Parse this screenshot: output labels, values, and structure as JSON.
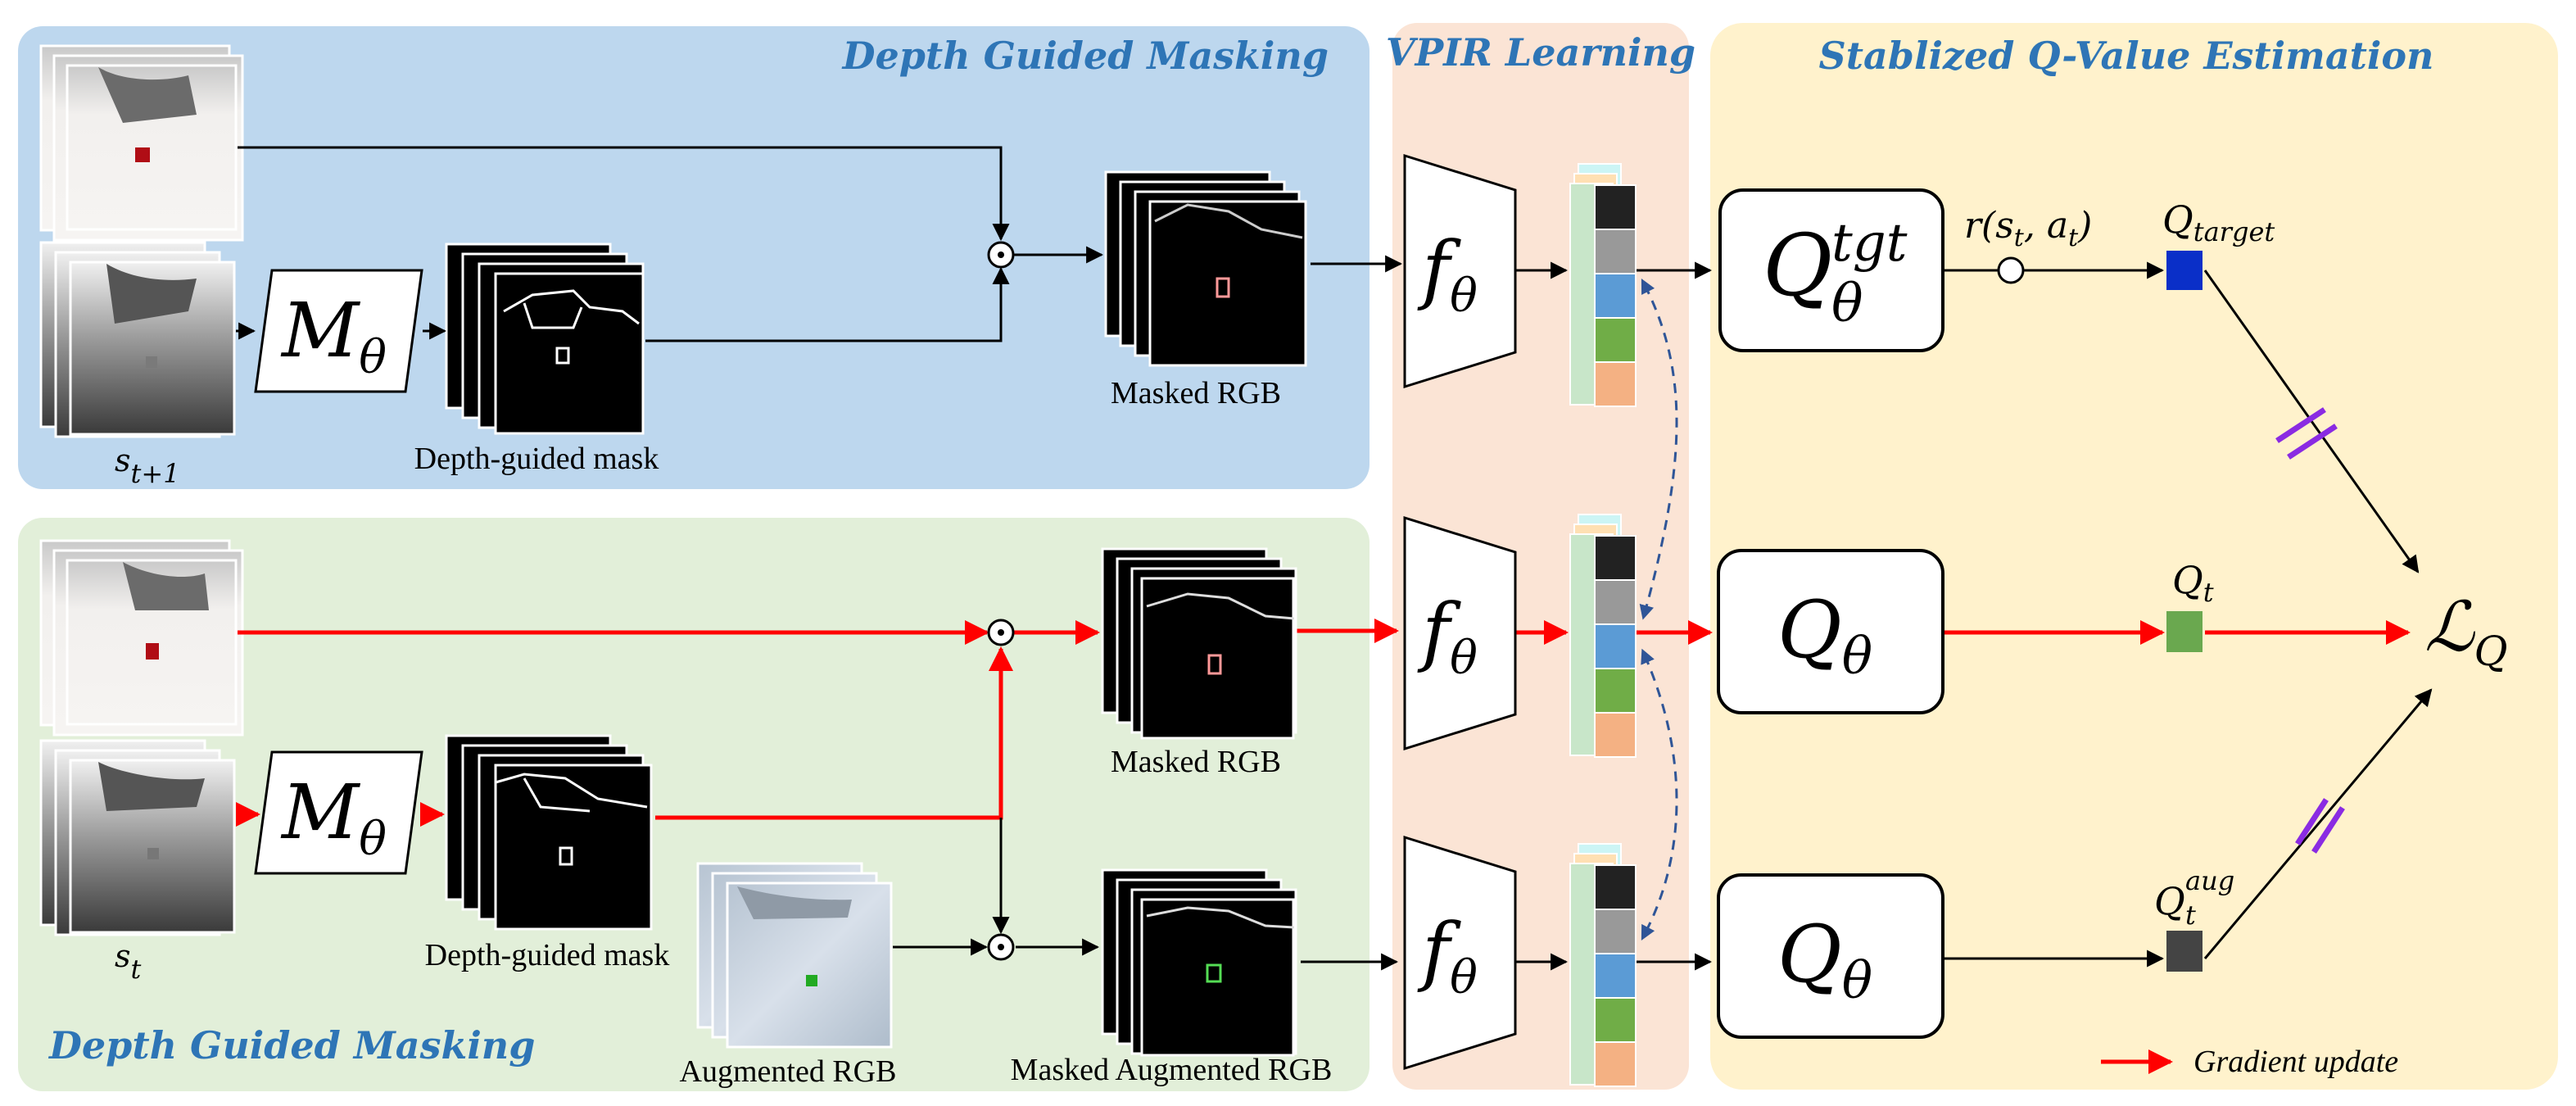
{
  "panels": {
    "top_masking_title": "Depth Guided Masking",
    "bottom_masking_title": "Depth Guided Masking",
    "vpir_title": "VPIR Learning",
    "q_title": "Stablized Q-Value Estimation"
  },
  "labels": {
    "s_next": "s",
    "s_next_sub": "t+1",
    "s_t": "s",
    "s_t_sub": "t",
    "mask_top": "Depth-guided mask",
    "mask_bottom": "Depth-guided mask",
    "masked_rgb_top": "Masked RGB",
    "masked_rgb_mid": "Masked RGB",
    "augmented_rgb": "Augmented RGB",
    "masked_aug_rgb": "Masked Augmented RGB"
  },
  "math": {
    "m_theta": "M",
    "m_theta_sub": "θ",
    "f_theta": "f",
    "f_theta_sub": "θ",
    "q_tgt": "Q",
    "q_tgt_sup": "tgt",
    "q_tgt_sub": "θ",
    "q_theta": "Q",
    "q_theta_sub": "θ",
    "reward": "r(s",
    "reward_mid": ", a",
    "reward_end": ")",
    "reward_sub": "t",
    "q_target": "Q",
    "q_target_sub": "target",
    "q_t": "Q",
    "q_t_sub": "t",
    "q_aug": "Q",
    "q_aug_sup": "aug",
    "q_aug_sub": "t",
    "loss": "ℒ",
    "loss_sub": "Q"
  },
  "legend": {
    "gradient_update": "Gradient update"
  },
  "colors": {
    "blue_panel": "#bdd7ee",
    "green_panel": "#e2efd9",
    "vpir_panel": "#fbe4d5",
    "q_panel": "#fff2cc",
    "title_blue": "#2e75b6",
    "gradient_red": "#ff0000",
    "stop_grad": "#8a2be2",
    "q_target_box": "#0a2fc8",
    "q_t_box": "#6aa84f",
    "q_aug_box": "#444444"
  }
}
